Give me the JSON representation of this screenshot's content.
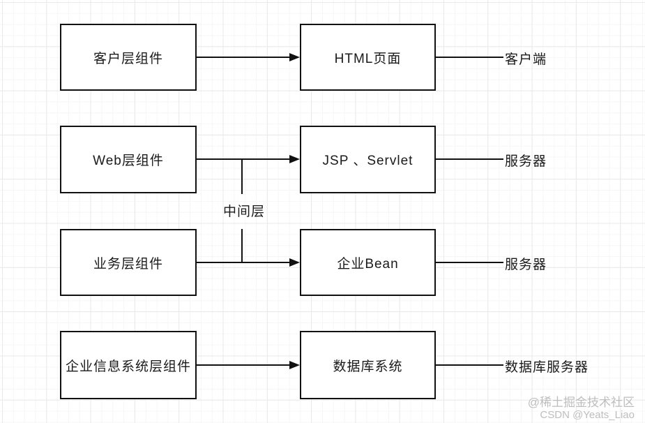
{
  "diagram": {
    "title_implicit": "J2EE layered architecture diagram",
    "rows": [
      {
        "left": "客户层组件",
        "right": "HTML页面",
        "edge_label": "客户端"
      },
      {
        "left": "Web层组件",
        "right": "JSP 、Servlet",
        "edge_label": "服务器"
      },
      {
        "left": "业务层组件",
        "right": "企业Bean",
        "edge_label": "服务器"
      },
      {
        "left": "企业信息系统层组件",
        "right": "数据库系统",
        "edge_label": "数据库服务器"
      }
    ],
    "middle_tier_label": "中间层",
    "colors": {
      "line": "#111111",
      "text": "#1a1a1a",
      "box_background": "#ffffff",
      "grid_major": "#e9e9e9",
      "grid_minor": "#f6f6f6",
      "watermark": "#bdbdbd"
    }
  },
  "watermark": {
    "line1": "@稀土掘金技术社区",
    "line2": "CSDN @Yeats_Liao"
  }
}
